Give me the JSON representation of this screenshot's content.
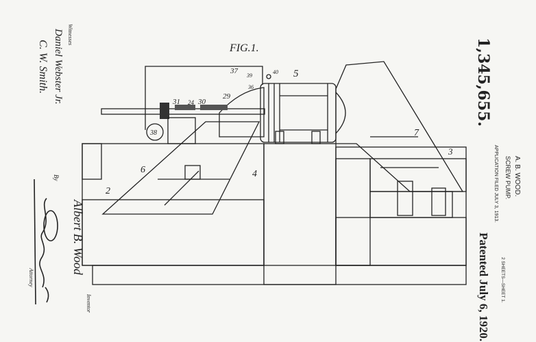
{
  "figure": {
    "title": "FIG.1.",
    "reference_numerals": [
      "37",
      "39",
      "40",
      "5",
      "36",
      "29",
      "31",
      "24",
      "30",
      "38",
      "6",
      "2",
      "4",
      "7",
      "3"
    ]
  },
  "header": {
    "patent_number": "1,345,655.",
    "inventor_name": "A. B. WOOD.",
    "invention_title": "SCREW PUMP.",
    "application": "APPLICATION FILED JULY 3, 1913.",
    "patented": "Patented July 6, 1920.",
    "sheets": "2 SHEETS—SHEET 1."
  },
  "signatures": {
    "witnesses_label": "Witnesses",
    "witness_1": "Daniel Webster Jr.",
    "witness_2": "C. W. Smith.",
    "inventor_signature": "Albert B. Wood",
    "inventor_label": "Inventor",
    "by_label": "By",
    "attorney_label": "Attorney"
  },
  "colors": {
    "paper": "#f6f6f3",
    "ink": "#222222"
  }
}
